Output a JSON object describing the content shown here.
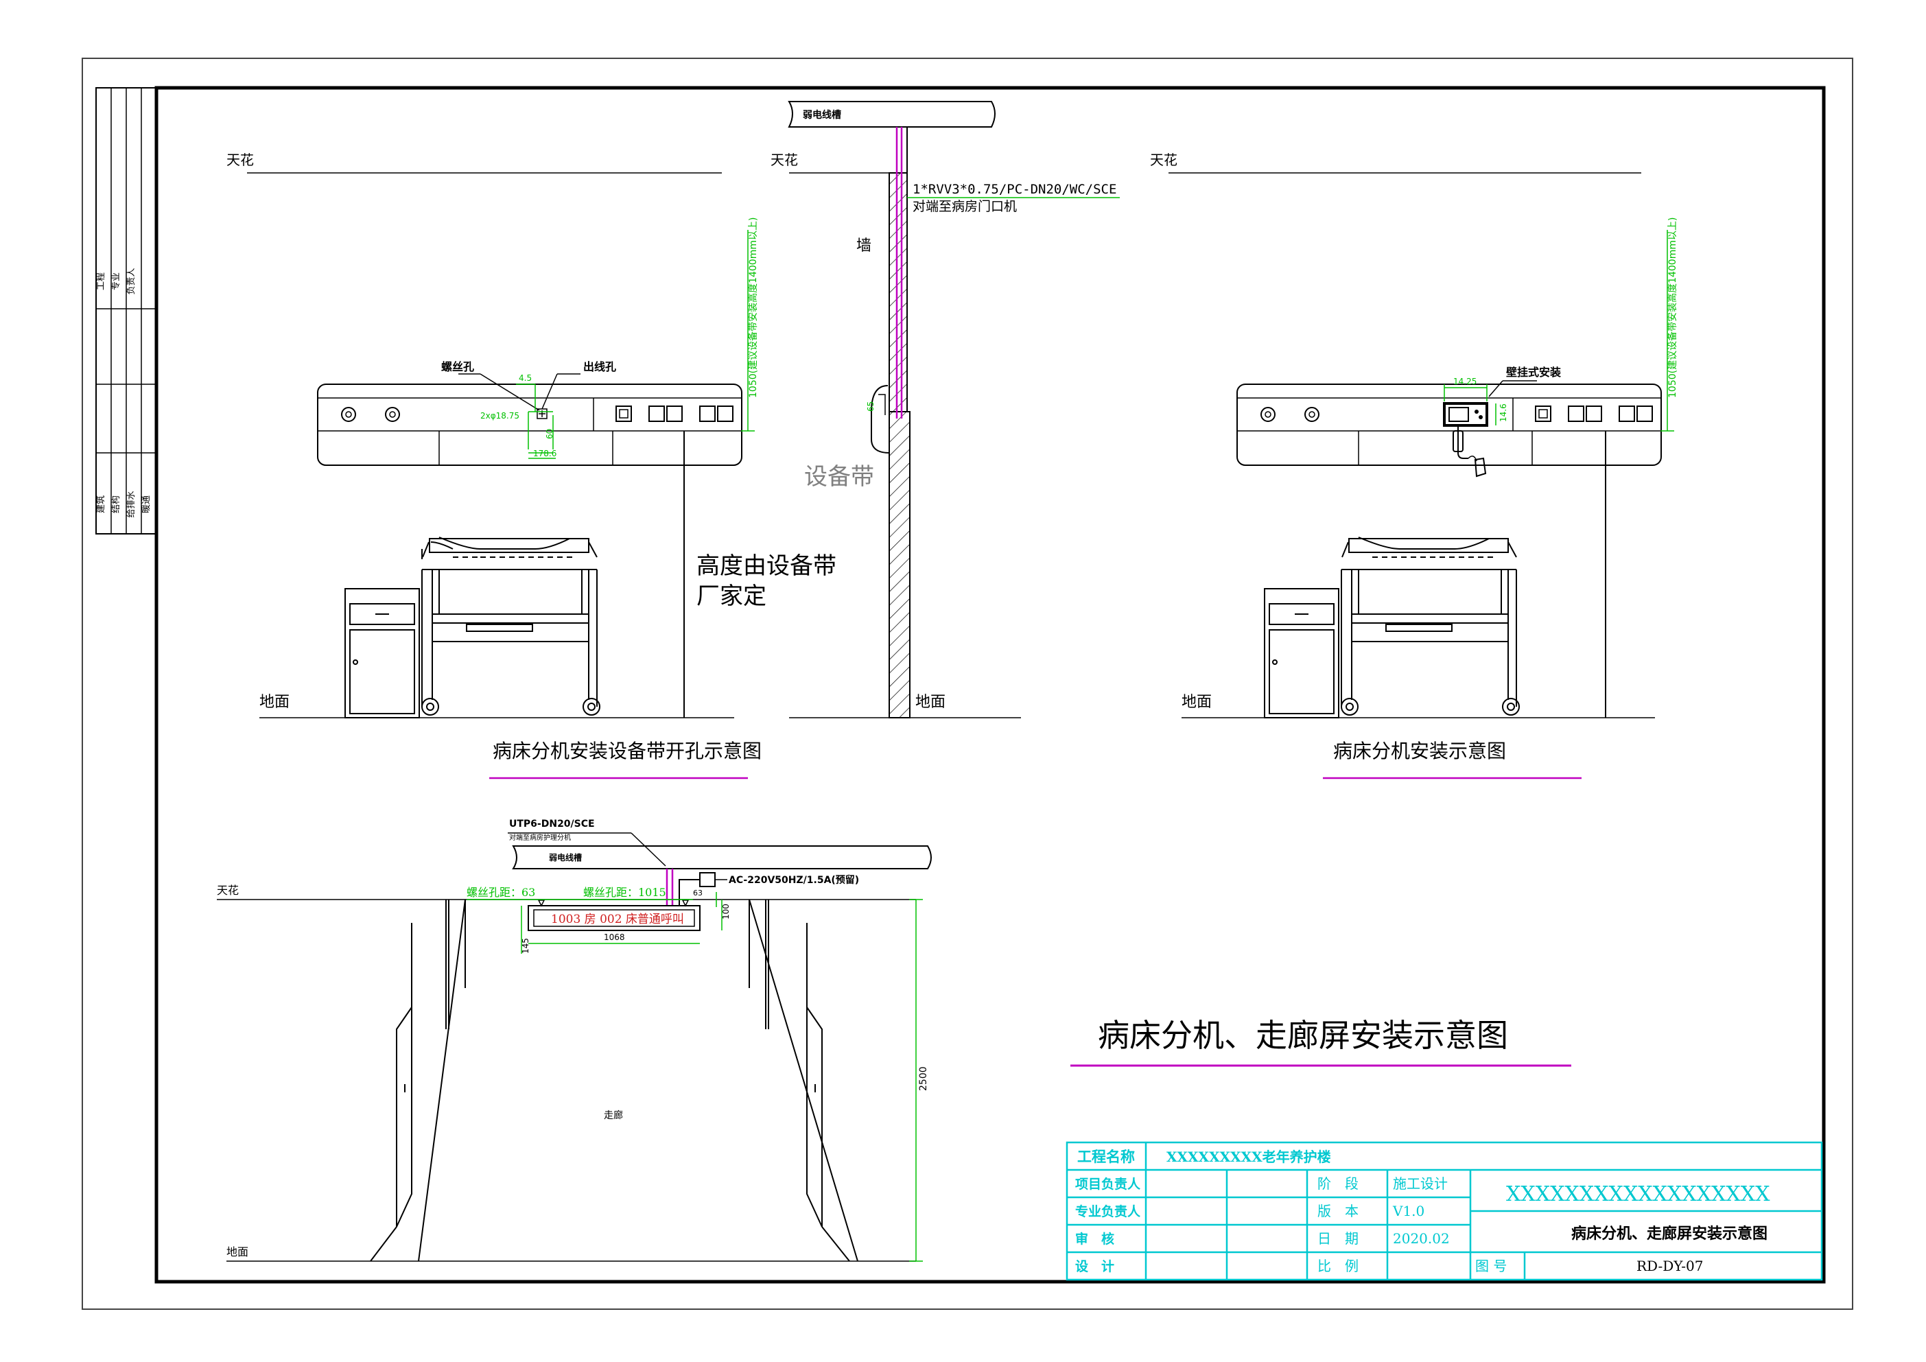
{
  "labels": {
    "ceiling": "天花",
    "floor": "地面",
    "wall": "墙",
    "weak_tray": "弱电线槽",
    "cable_spec": "1*RVV3*0.75/PC-DN20/WC/SCE",
    "cable_dest": "对端至病房门口机",
    "equip_belt": "设备带",
    "height_note_1": "高度由设备带",
    "height_note_2": "厂家定",
    "screw_hole": "螺丝孔",
    "outlet_hole": "出线孔",
    "wall_mount": "壁挂式安装",
    "band_height_note_left": "1050(建议设备带安装高度1400mm以上)",
    "band_height_note_right": "1050(建议设备带安装高度1400mm以上)",
    "corridor": "走廊",
    "utp_spec": "UTP6-DN20/SCE",
    "utp_dest": "对端至病房护理分机",
    "weak_tray_2": "弱电线槽",
    "ac_spec": "AC-220V50HZ/1.5A(预留)",
    "screw_dist_left": "螺丝孔距：63",
    "screw_dist_mid": "螺丝孔距：1015",
    "corridor_screen_text": "1003 房 002 床普通呼叫"
  },
  "dimensions": {
    "d45": "4.5",
    "d2phi": "2xφ18.75",
    "d60": "60",
    "d1786": "178.6",
    "d1425": "14.25",
    "d146": "14.6",
    "d63": "63",
    "d100": "100",
    "d145": "145",
    "d1068": "1068",
    "d2500": "2500",
    "d65": "65"
  },
  "captions": {
    "left": "病床分机安装设备带开孔示意图",
    "right": "病床分机安装示意图",
    "main": "病床分机、走廊屏安装示意图"
  },
  "side_stamp": {
    "top": [
      "工程",
      "专业",
      "负责人"
    ],
    "bottom": [
      "建筑",
      "结构",
      "给排水",
      "暖通"
    ]
  },
  "title_block": {
    "project_label": "工程名称",
    "project_name": "XXXXXXXXX老年养护楼",
    "rows": [
      {
        "label": "项目负责人",
        "key": "阶　段",
        "value": "施工设计"
      },
      {
        "label": "专业负责人",
        "key": "版　本",
        "value": "V1.0"
      },
      {
        "label": "审　核",
        "key": "日　期",
        "value": "2020.02"
      },
      {
        "label": "设　计",
        "key": "比　例",
        "value": ""
      }
    ],
    "company": "XXXXXXXXXXXXXXXXXX",
    "drawing_title": "病床分机、走廊屏安装示意图",
    "drawing_no_label": "图 号",
    "drawing_no": "RD-DY-07"
  },
  "colors": {
    "line": "#000000",
    "dimension": "#00c000",
    "magenta": "#c000c0",
    "title_block": "#00c8d0",
    "screen_text": "#d02020"
  }
}
